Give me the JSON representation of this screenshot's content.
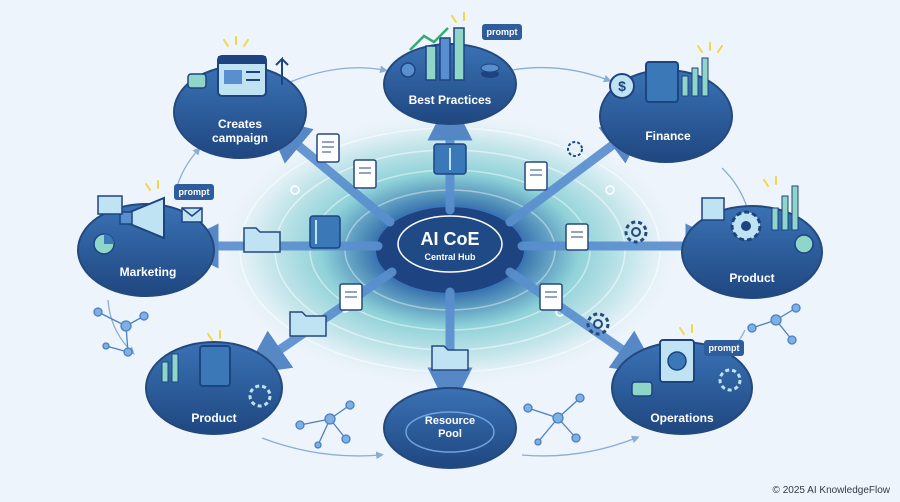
{
  "hub": {
    "title": "AI CoE",
    "subtitle": "Central Hub"
  },
  "nodes": {
    "creates_campaign": [
      "Creates",
      "campaign"
    ],
    "best_practices": "Best Practices",
    "finance": "Finance",
    "marketing": "Marketing",
    "product_right": "Product",
    "product_left": "Product",
    "resource_pool": [
      "Resource",
      "Pool"
    ],
    "operations": "Operations"
  },
  "prompt_tags": [
    "prompt",
    "prompt",
    "prompt"
  ],
  "footer": {
    "copyright": "© 2025 AI KnowledgeFlow"
  },
  "colors": {
    "background": "#eef4fb",
    "node_blue": "#2d5d9d",
    "node_dark": "#1f4780",
    "arrow": "#5a8fcf",
    "accent_teal": "#8fd6c8",
    "accent_yellow": "#f2d54a"
  }
}
